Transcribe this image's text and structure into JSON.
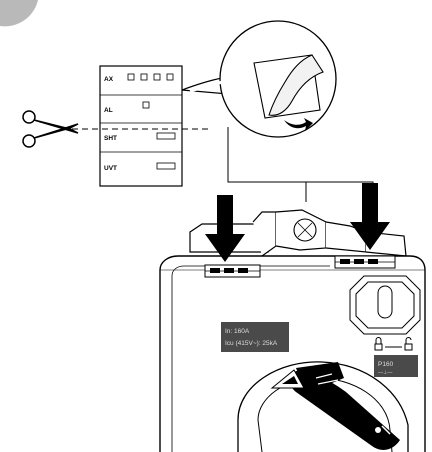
{
  "label_sheet": {
    "rows": [
      {
        "label": "AX"
      },
      {
        "label": "AL"
      },
      {
        "label": "SHT"
      },
      {
        "label": "UVT"
      }
    ]
  },
  "breaker": {
    "rating_line1": "In: 160A",
    "rating_line2": "Icu (415V~): 25kA",
    "model_badge": "P160",
    "model_badge_sub": "—⊥—"
  },
  "icons": [
    "scissors-icon",
    "peel-arrow-icon",
    "down-arrow-icon",
    "padlock-icon",
    "rotary-handle"
  ],
  "colors": {
    "outline": "#000000",
    "circle_badge": "#b9b9b9",
    "label_panel": "#4a4a4a",
    "rating_text": "#dddddd"
  }
}
